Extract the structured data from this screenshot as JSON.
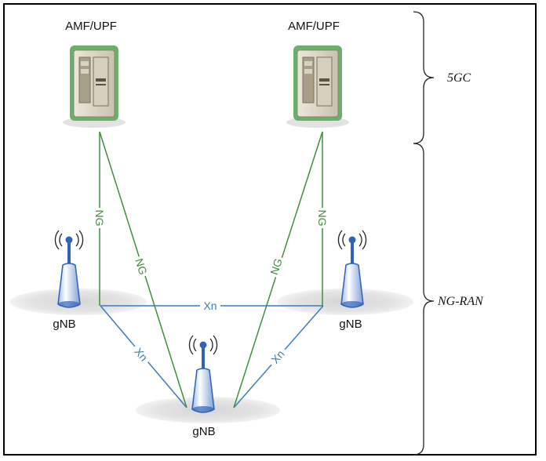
{
  "nodes": {
    "core_left": {
      "label": "AMF/UPF"
    },
    "core_right": {
      "label": "AMF/UPF"
    },
    "gnb_left": {
      "label": "gNB"
    },
    "gnb_right": {
      "label": "gNB"
    },
    "gnb_bottom": {
      "label": "gNB"
    }
  },
  "links": {
    "ng": "NG",
    "xn": "Xn"
  },
  "regions": {
    "core": "5GC",
    "ran": "NG-RAN"
  },
  "colors": {
    "ng_line": "#3f8f3f",
    "xn_line": "#3a7cc0",
    "server_green": "#6ab06a",
    "antenna_blue": "#2f63b8"
  }
}
